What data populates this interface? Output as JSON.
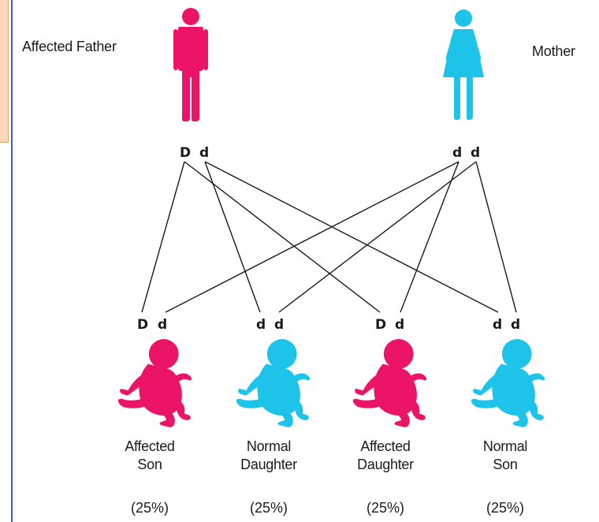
{
  "colors": {
    "affected": "#ec1466",
    "normal": "#1ec3ea",
    "line": "#1a1a1a",
    "panel": "#fbd8b8",
    "rule": "#3a5ed8"
  },
  "parents": {
    "father": {
      "label": "Affected Father",
      "alleles": [
        "D",
        "d"
      ],
      "icon": "man-icon"
    },
    "mother": {
      "label": "Mother",
      "alleles": [
        "d",
        "d"
      ],
      "icon": "woman-icon"
    }
  },
  "children": [
    {
      "alleles": [
        "D",
        "d"
      ],
      "line1": "Affected",
      "line2": "Son",
      "percent": "(25%)",
      "status": "affected",
      "icon": "baby-icon"
    },
    {
      "alleles": [
        "d",
        "d"
      ],
      "line1": "Normal",
      "line2": "Daughter",
      "percent": "(25%)",
      "status": "normal",
      "icon": "baby-icon"
    },
    {
      "alleles": [
        "D",
        "d"
      ],
      "line1": "Affected",
      "line2": "Daughter",
      "percent": "(25%)",
      "status": "affected",
      "icon": "baby-icon"
    },
    {
      "alleles": [
        "d",
        "d"
      ],
      "line1": "Normal",
      "line2": "Son",
      "percent": "(25%)",
      "status": "normal",
      "icon": "baby-icon"
    }
  ]
}
